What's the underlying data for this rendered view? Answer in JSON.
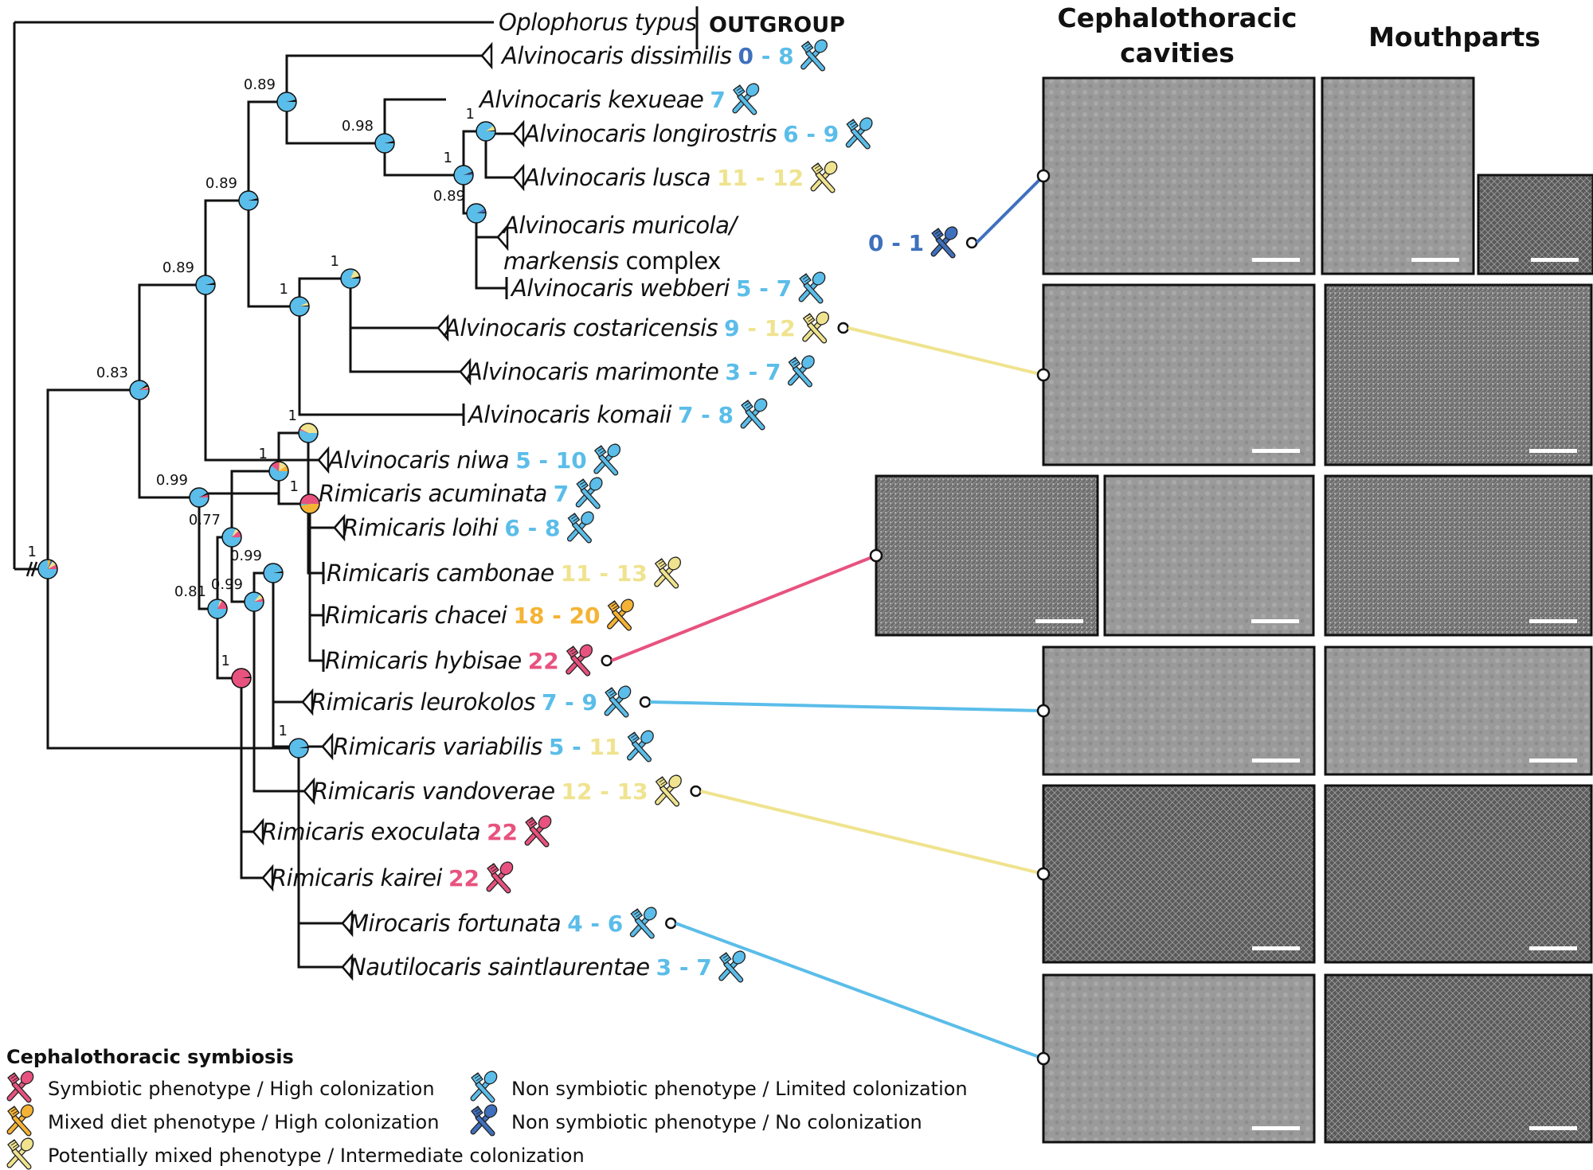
{
  "colors": {
    "symbiotic": "#e8527f",
    "mixed_diet": "#f5b335",
    "potentially_mixed": "#efe38f",
    "non_symbiotic_limited": "#5bbde9",
    "non_symbiotic_none": "#3f70bd",
    "black": "#111111"
  },
  "headers": {
    "cavities_line1": "Cephalothoracic",
    "cavities_line2": "cavities",
    "mouthparts": "Mouthparts"
  },
  "outgroup": {
    "name": "Oplophorus typus",
    "label": "OUTGROUP"
  },
  "taxa": [
    {
      "id": "dissimilis",
      "name": "Alvinocaris dissimilis",
      "score": [
        {
          "t": "0",
          "c": "non_symbiotic_none"
        },
        {
          "t": " - ",
          "c": "non_symbiotic_limited"
        },
        {
          "t": "8",
          "c": "non_symbiotic_limited"
        }
      ],
      "phenotype": "non_symbiotic_limited"
    },
    {
      "id": "kexueae",
      "name": "Alvinocaris kexueae",
      "score": [
        {
          "t": "7",
          "c": "non_symbiotic_limited"
        }
      ],
      "phenotype": "non_symbiotic_limited"
    },
    {
      "id": "longirostris",
      "name": "Alvinocaris longirostris",
      "score": [
        {
          "t": "6 - 9",
          "c": "non_symbiotic_limited"
        }
      ],
      "phenotype": "non_symbiotic_limited"
    },
    {
      "id": "lusca",
      "name": "Alvinocaris lusca",
      "score": [
        {
          "t": "11 - 12",
          "c": "potentially_mixed"
        }
      ],
      "phenotype": "potentially_mixed"
    },
    {
      "id": "muricola",
      "name": "Alvinocaris muricola/",
      "name2": "markensis",
      "name2_suffix": " complex",
      "score": [
        {
          "t": "0 - 1",
          "c": "non_symbiotic_none"
        }
      ],
      "phenotype": "non_symbiotic_none",
      "linked": true
    },
    {
      "id": "webberi",
      "name": "Alvinocaris webberi",
      "score": [
        {
          "t": "5 - 7",
          "c": "non_symbiotic_limited"
        }
      ],
      "phenotype": "non_symbiotic_limited"
    },
    {
      "id": "costaricensis",
      "name": "Alvinocaris costaricensis",
      "score": [
        {
          "t": "9",
          "c": "non_symbiotic_limited"
        },
        {
          "t": " - 12",
          "c": "potentially_mixed"
        }
      ],
      "phenotype": "potentially_mixed",
      "linked": true
    },
    {
      "id": "marimonte",
      "name": "Alvinocaris marimonte",
      "score": [
        {
          "t": "3 - 7",
          "c": "non_symbiotic_limited"
        }
      ],
      "phenotype": "non_symbiotic_limited"
    },
    {
      "id": "komaii",
      "name": "Alvinocaris komaii",
      "score": [
        {
          "t": "7 - 8",
          "c": "non_symbiotic_limited"
        }
      ],
      "phenotype": "non_symbiotic_limited"
    },
    {
      "id": "niwa",
      "name": "Alvinocaris niwa",
      "score": [
        {
          "t": "5 - 10",
          "c": "non_symbiotic_limited"
        }
      ],
      "phenotype": "non_symbiotic_limited"
    },
    {
      "id": "acuminata",
      "name": "Rimicaris acuminata",
      "score": [
        {
          "t": "7",
          "c": "non_symbiotic_limited"
        }
      ],
      "phenotype": "non_symbiotic_limited"
    },
    {
      "id": "loihi",
      "name": "Rimicaris loihi",
      "score": [
        {
          "t": "6 - 8",
          "c": "non_symbiotic_limited"
        }
      ],
      "phenotype": "non_symbiotic_limited"
    },
    {
      "id": "cambonae",
      "name": "Rimicaris cambonae",
      "score": [
        {
          "t": "11 - 13",
          "c": "potentially_mixed"
        }
      ],
      "phenotype": "potentially_mixed"
    },
    {
      "id": "chacei",
      "name": "Rimicaris chacei",
      "score": [
        {
          "t": "18 - 20",
          "c": "mixed_diet"
        }
      ],
      "phenotype": "mixed_diet"
    },
    {
      "id": "hybisae",
      "name": "Rimicaris hybisae",
      "score": [
        {
          "t": "22",
          "c": "symbiotic"
        }
      ],
      "phenotype": "symbiotic",
      "linked": true
    },
    {
      "id": "leurokolos",
      "name": "Rimicaris leurokolos",
      "score": [
        {
          "t": "7 - 9",
          "c": "non_symbiotic_limited"
        }
      ],
      "phenotype": "non_symbiotic_limited",
      "linked": true
    },
    {
      "id": "variabilis",
      "name": "Rimicaris variabilis",
      "score": [
        {
          "t": "5 - ",
          "c": "non_symbiotic_limited"
        },
        {
          "t": "11",
          "c": "potentially_mixed"
        }
      ],
      "phenotype": "non_symbiotic_limited"
    },
    {
      "id": "vandoverae",
      "name": "Rimicaris vandoverae",
      "score": [
        {
          "t": "12 - 13",
          "c": "potentially_mixed"
        }
      ],
      "phenotype": "potentially_mixed",
      "linked": true
    },
    {
      "id": "exoculata",
      "name": "Rimicaris exoculata",
      "score": [
        {
          "t": "22",
          "c": "symbiotic"
        }
      ],
      "phenotype": "symbiotic"
    },
    {
      "id": "kairei",
      "name": "Rimicaris kairei",
      "score": [
        {
          "t": "22",
          "c": "symbiotic"
        }
      ],
      "phenotype": "symbiotic"
    },
    {
      "id": "fortunata",
      "name": "Mirocaris fortunata",
      "score": [
        {
          "t": "4 - 6",
          "c": "non_symbiotic_limited"
        }
      ],
      "phenotype": "non_symbiotic_limited",
      "linked": true
    },
    {
      "id": "saintlaurentae",
      "name": "Nautilocaris saintlaurentae",
      "score": [
        {
          "t": "3 - 7",
          "c": "non_symbiotic_limited"
        }
      ],
      "phenotype": "non_symbiotic_limited"
    }
  ],
  "nodes": [
    {
      "id": "root",
      "support": "1",
      "pie": [
        {
          "c": "non_symbiotic_limited",
          "v": 0.75
        },
        {
          "c": "mixed_diet",
          "v": 0.05
        },
        {
          "c": "non_symbiotic_none",
          "v": 0.04
        },
        {
          "c": "potentially_mixed",
          "v": 0.08
        },
        {
          "c": "symbiotic",
          "v": 0.08
        }
      ]
    },
    {
      "id": "n083",
      "support": "0.83",
      "pie": [
        {
          "c": "non_symbiotic_limited",
          "v": 0.9
        },
        {
          "c": "black",
          "v": 0.04
        },
        {
          "c": "potentially_mixed",
          "v": 0.02
        },
        {
          "c": "symbiotic",
          "v": 0.04
        }
      ]
    },
    {
      "id": "n089a",
      "support": "0.89",
      "pie": [
        {
          "c": "non_symbiotic_limited",
          "v": 0.96
        },
        {
          "c": "black",
          "v": 0.04
        }
      ]
    },
    {
      "id": "n089b",
      "support": "0.89",
      "pie": [
        {
          "c": "non_symbiotic_limited",
          "v": 0.96
        },
        {
          "c": "black",
          "v": 0.04
        }
      ]
    },
    {
      "id": "n089c",
      "support": "0.89",
      "pie": [
        {
          "c": "non_symbiotic_limited",
          "v": 0.96
        },
        {
          "c": "black",
          "v": 0.04
        }
      ]
    },
    {
      "id": "n098",
      "support": "0.98",
      "pie": [
        {
          "c": "non_symbiotic_limited",
          "v": 0.96
        },
        {
          "c": "black",
          "v": 0.04
        }
      ]
    },
    {
      "id": "n1_alv",
      "support": "1",
      "pie": [
        {
          "c": "non_symbiotic_limited",
          "v": 0.94
        },
        {
          "c": "black",
          "v": 0.03
        },
        {
          "c": "non_symbiotic_none",
          "v": 0.03
        }
      ]
    },
    {
      "id": "n1_longi",
      "support": "1",
      "pie": [
        {
          "c": "non_symbiotic_limited",
          "v": 0.9
        },
        {
          "c": "potentially_mixed",
          "v": 0.08
        },
        {
          "c": "black",
          "v": 0.02
        }
      ]
    },
    {
      "id": "n089_muri",
      "support": "0.89",
      "pie": [
        {
          "c": "non_symbiotic_limited",
          "v": 0.92
        },
        {
          "c": "non_symbiotic_none",
          "v": 0.06
        },
        {
          "c": "black",
          "v": 0.02
        }
      ]
    },
    {
      "id": "n1_cost_komaii",
      "support": "1",
      "pie": [
        {
          "c": "non_symbiotic_limited",
          "v": 0.93
        },
        {
          "c": "potentially_mixed",
          "v": 0.05
        },
        {
          "c": "black",
          "v": 0.02
        }
      ]
    },
    {
      "id": "n1_cost",
      "support": "1",
      "pie": [
        {
          "c": "non_symbiotic_limited",
          "v": 0.82
        },
        {
          "c": "potentially_mixed",
          "v": 0.14
        },
        {
          "c": "black",
          "v": 0.04
        }
      ]
    },
    {
      "id": "n099_rim",
      "support": "0.99",
      "pie": [
        {
          "c": "non_symbiotic_limited",
          "v": 0.92
        },
        {
          "c": "black",
          "v": 0.03
        },
        {
          "c": "symbiotic",
          "v": 0.05
        }
      ]
    },
    {
      "id": "n081",
      "support": "0.81",
      "pie": [
        {
          "c": "non_symbiotic_limited",
          "v": 0.8
        },
        {
          "c": "potentially_mixed",
          "v": 0.03
        },
        {
          "c": "symbiotic",
          "v": 0.17
        }
      ]
    },
    {
      "id": "n077",
      "support": "0.77",
      "pie": [
        {
          "c": "non_symbiotic_limited",
          "v": 0.82
        },
        {
          "c": "potentially_mixed",
          "v": 0.06
        },
        {
          "c": "symbiotic",
          "v": 0.12
        }
      ]
    },
    {
      "id": "n1_loihi_chacei",
      "support": "1",
      "pie": [
        {
          "c": "non_symbiotic_limited",
          "v": 0.6
        },
        {
          "c": "symbiotic",
          "v": 0.16
        },
        {
          "c": "potentially_mixed",
          "v": 0.14
        },
        {
          "c": "mixed_diet",
          "v": 0.1
        }
      ]
    },
    {
      "id": "n1_loihi",
      "support": "1",
      "pie": [
        {
          "c": "non_symbiotic_limited",
          "v": 0.55
        },
        {
          "c": "symbiotic",
          "v": 0.03
        },
        {
          "c": "potentially_mixed",
          "v": 0.42
        }
      ]
    },
    {
      "id": "n1_chacei",
      "support": "1",
      "pie": [
        {
          "c": "mixed_diet",
          "v": 0.47
        },
        {
          "c": "non_symbiotic_limited",
          "v": 0.03
        },
        {
          "c": "symbiotic",
          "v": 0.5
        }
      ]
    },
    {
      "id": "n099_vand",
      "support": "0.99",
      "pie": [
        {
          "c": "non_symbiotic_limited",
          "v": 0.86
        },
        {
          "c": "potentially_mixed",
          "v": 0.08
        },
        {
          "c": "symbiotic",
          "v": 0.06
        }
      ]
    },
    {
      "id": "n099_leuro",
      "support": "0.99",
      "pie": [
        {
          "c": "non_symbiotic_limited",
          "v": 0.97
        },
        {
          "c": "black",
          "v": 0.03
        }
      ]
    },
    {
      "id": "n1_exo",
      "support": "1",
      "pie": [
        {
          "c": "symbiotic",
          "v": 0.97
        },
        {
          "c": "black",
          "v": 0.03
        }
      ]
    },
    {
      "id": "n1_miro",
      "support": "1",
      "pie": [
        {
          "c": "non_symbiotic_limited",
          "v": 0.97
        },
        {
          "c": "black",
          "v": 0.03
        }
      ]
    }
  ],
  "legend": {
    "title": "Cephalothoracic symbiosis",
    "items": [
      {
        "phenotype": "symbiotic",
        "label": "Symbiotic phenotype / High colonization"
      },
      {
        "phenotype": "mixed_diet",
        "label": "Mixed diet phenotype / High colonization"
      },
      {
        "phenotype": "potentially_mixed",
        "label": "Potentially mixed phenotype  / Intermediate colonization"
      },
      {
        "phenotype": "non_symbiotic_limited",
        "label": "Non symbiotic phenotype / Limited colonization"
      },
      {
        "phenotype": "non_symbiotic_none",
        "label": "Non symbiotic phenotype / No colonization"
      }
    ]
  },
  "micrographs": [
    {
      "row": "muricola",
      "cavity": "SEM cephalothoracic cavity (smooth)",
      "mouth": "SEM mouthparts with inset"
    },
    {
      "row": "costaricensis",
      "cavity": "SEM cephalothoracic cavity (partial)",
      "mouth": "SEM mouthparts (bacterial mat)"
    },
    {
      "row": "hybisae",
      "cavity": "SEM cephalothoracic cavity (two views, dense)",
      "mouth": "SEM mouthparts (dense)"
    },
    {
      "row": "leurokolos",
      "cavity": "SEM cephalothoracic cavity (smooth)",
      "mouth": "SEM mouthparts (setae fan)"
    },
    {
      "row": "vandoverae",
      "cavity": "SEM cephalothoracic cavity (filamentous)",
      "mouth": "SEM mouthparts (filamentous)"
    },
    {
      "row": "fortunata",
      "cavity": "SEM cephalothoracic cavity (sparse)",
      "mouth": "SEM mouthparts (setae)"
    }
  ]
}
